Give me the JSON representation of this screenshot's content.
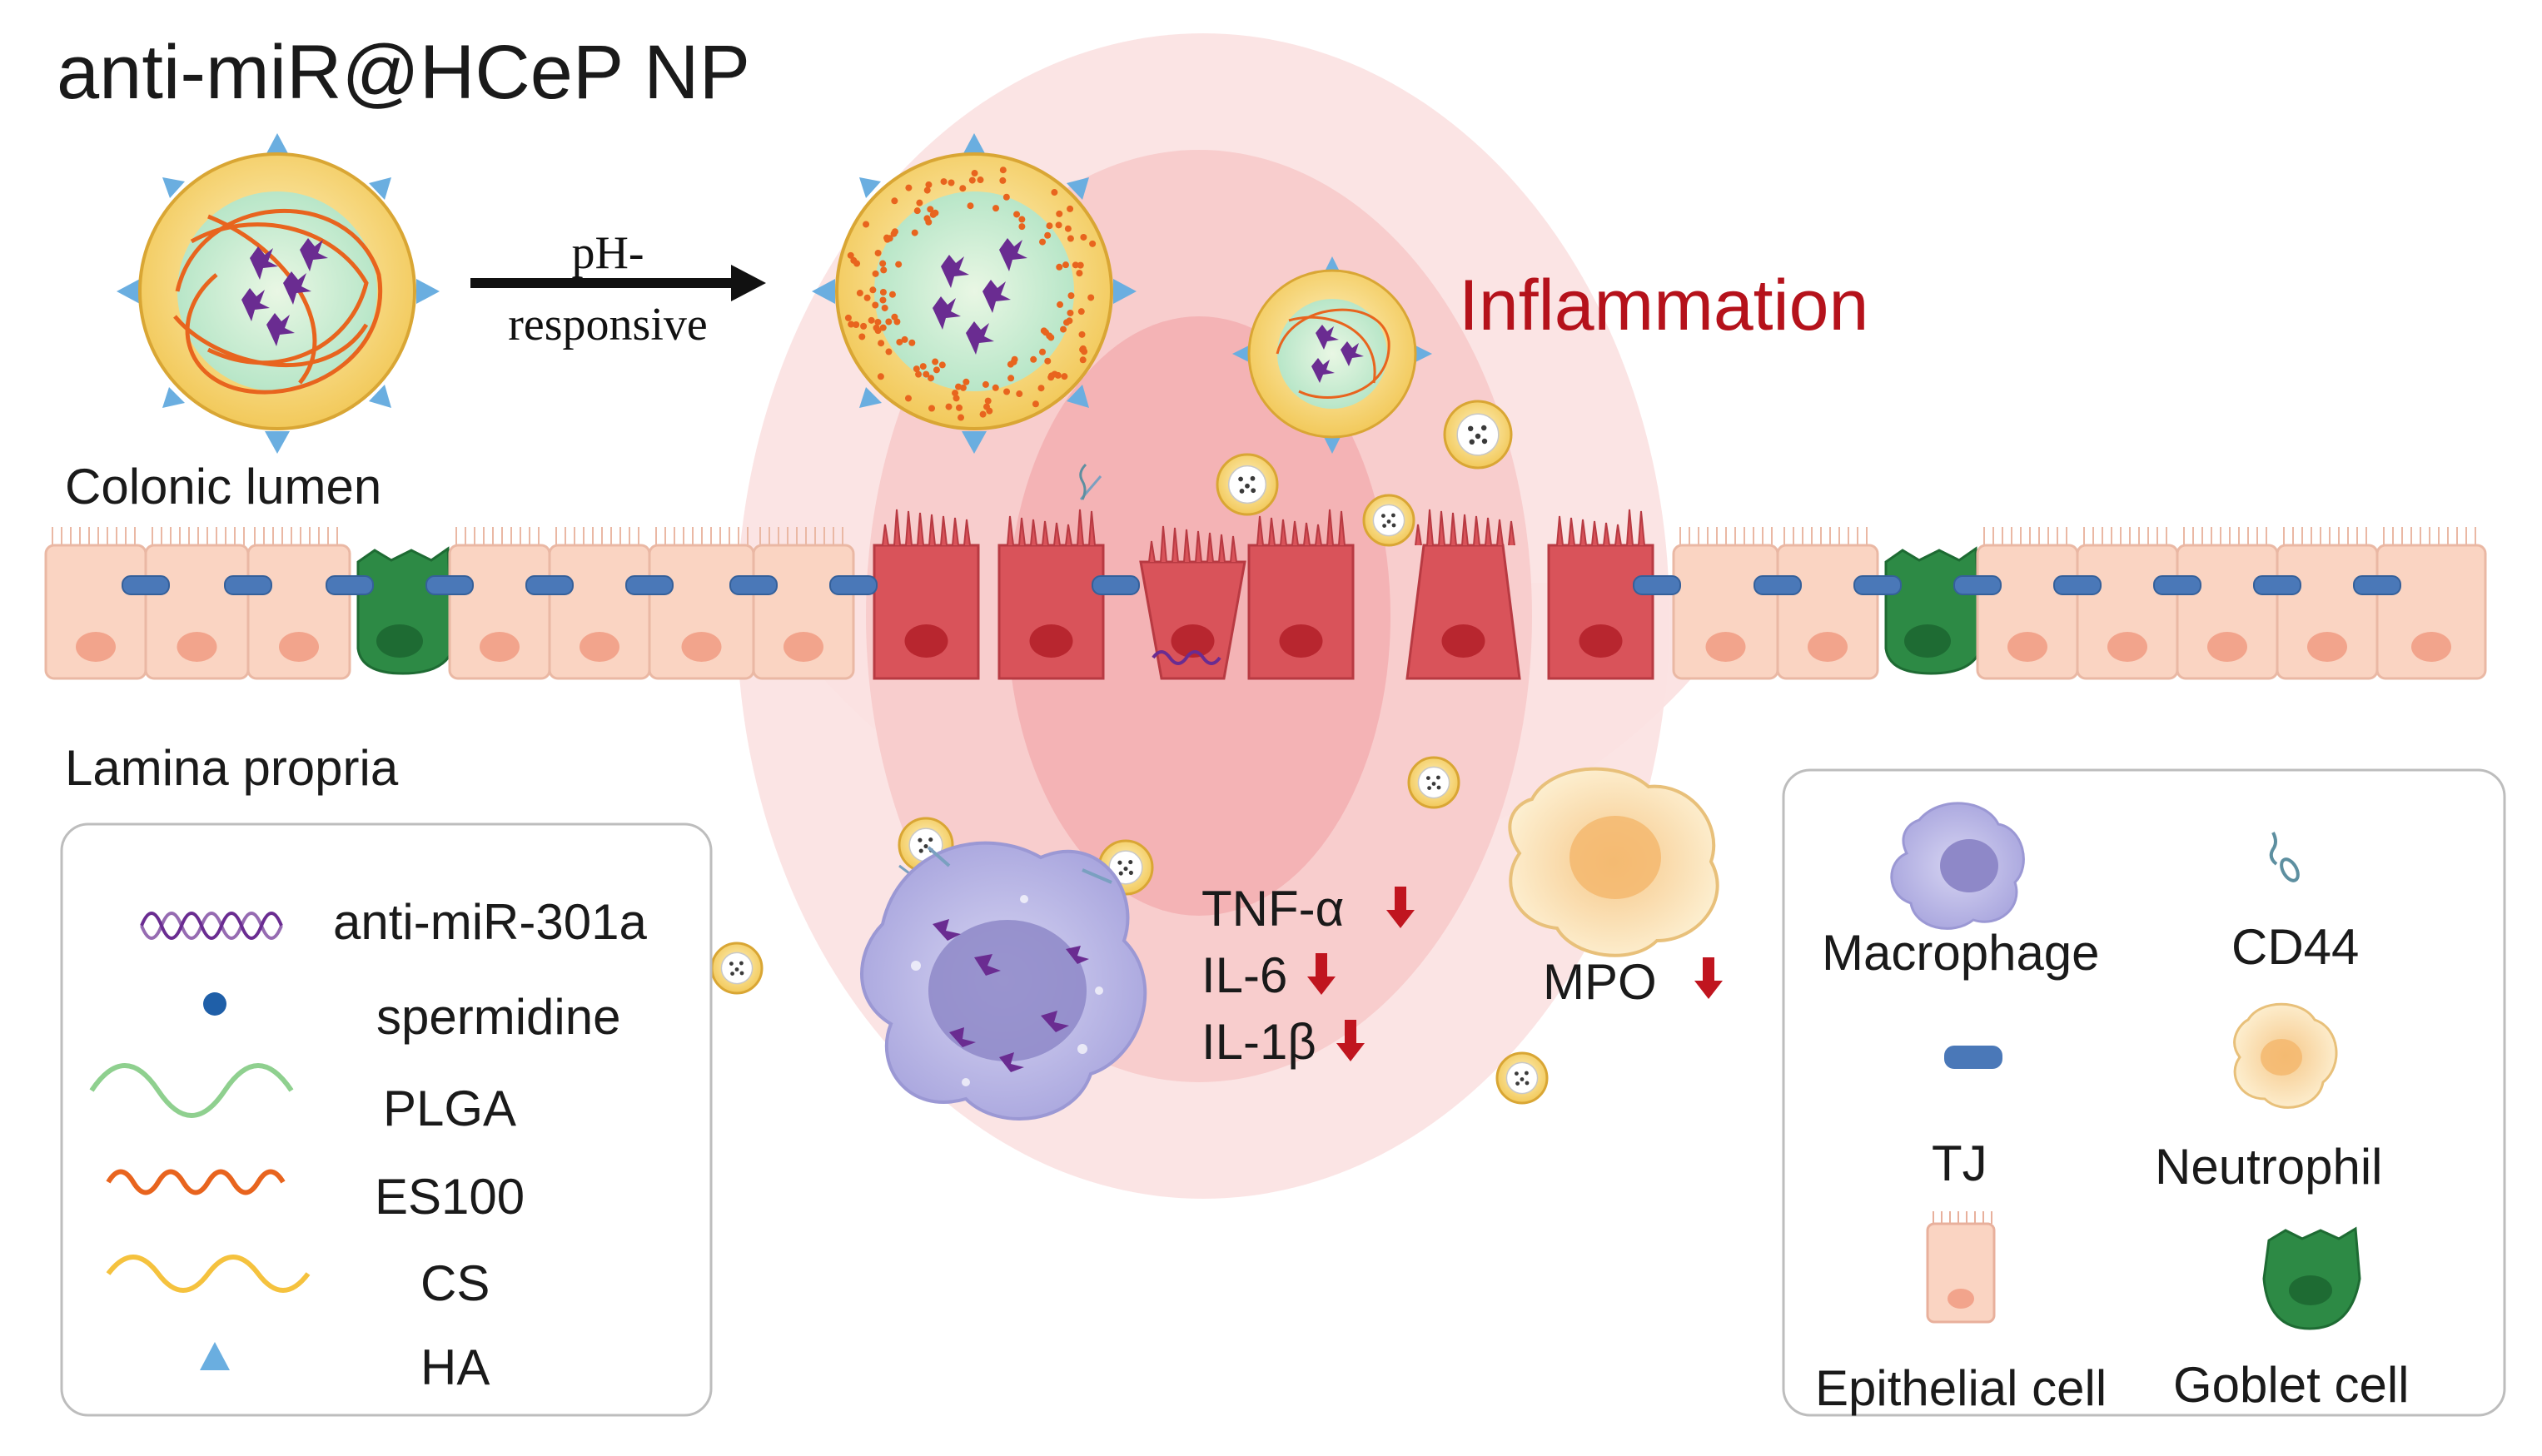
{
  "title": "anti-miR@HCeP NP",
  "arrow_label_line1": "pH-",
  "arrow_label_line2": "responsive",
  "inflammation_label": "Inflammation",
  "region_labels": {
    "lumen": "Colonic lumen",
    "lamina": "Lamina propria"
  },
  "cytokines": [
    "TNF-α",
    "IL-6",
    "IL-1β"
  ],
  "mpo_label": "MPO",
  "left_legend": [
    {
      "label": "anti-miR-301a",
      "icon": "helix-icon"
    },
    {
      "label": "spermidine",
      "icon": "sphere-icon"
    },
    {
      "label": "PLGA",
      "icon": "wave-icon"
    },
    {
      "label": "ES100",
      "icon": "wave-icon"
    },
    {
      "label": "CS",
      "icon": "wave-icon"
    },
    {
      "label": "HA",
      "icon": "triangle-icon"
    }
  ],
  "right_legend": {
    "macrophage": "Macrophage",
    "cd44": "CD44",
    "tj": "TJ",
    "neutrophil": "Neutrophil",
    "epithelial": "Epithelial cell",
    "goblet": "Goblet cell"
  },
  "colors": {
    "title": "#1a1a1a",
    "inflammation": "#b5121b",
    "down_arrow": "#c0151f",
    "epithelial": "#fad4c2",
    "inflamed_cell": "#d9535a",
    "goblet": "#2d8a45",
    "tight_junction": "#4a78b8",
    "plga": "#8fd08f",
    "es100": "#e8641e",
    "cs": "#f5c23e",
    "anti_mir": "#6a2c91",
    "ha": "#6aaee0"
  }
}
